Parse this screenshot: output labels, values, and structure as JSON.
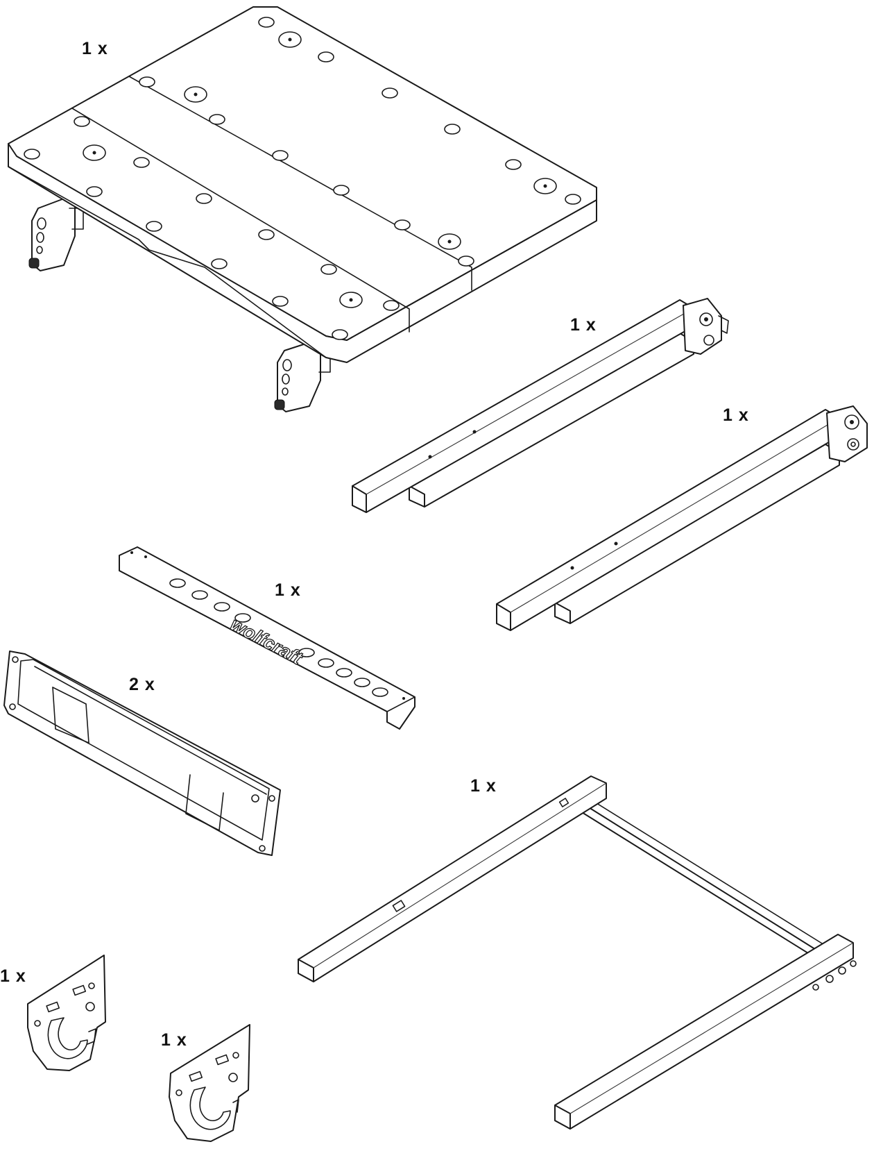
{
  "parts": [
    {
      "id": "workbench-top",
      "quantity": "1 x"
    },
    {
      "id": "leg-assembly-left",
      "quantity": "1 x"
    },
    {
      "id": "leg-assembly-right",
      "quantity": "1 x"
    },
    {
      "id": "angle-rail",
      "quantity": "1 x"
    },
    {
      "id": "side-bracket",
      "quantity": "2 x"
    },
    {
      "id": "u-frame",
      "quantity": "1 x"
    },
    {
      "id": "hook-left",
      "quantity": "1 x"
    },
    {
      "id": "hook-right",
      "quantity": "1 x"
    }
  ],
  "brand_mark": "wolfcraft",
  "colors": {
    "line": "#1a1a1a",
    "background": "#ffffff"
  }
}
